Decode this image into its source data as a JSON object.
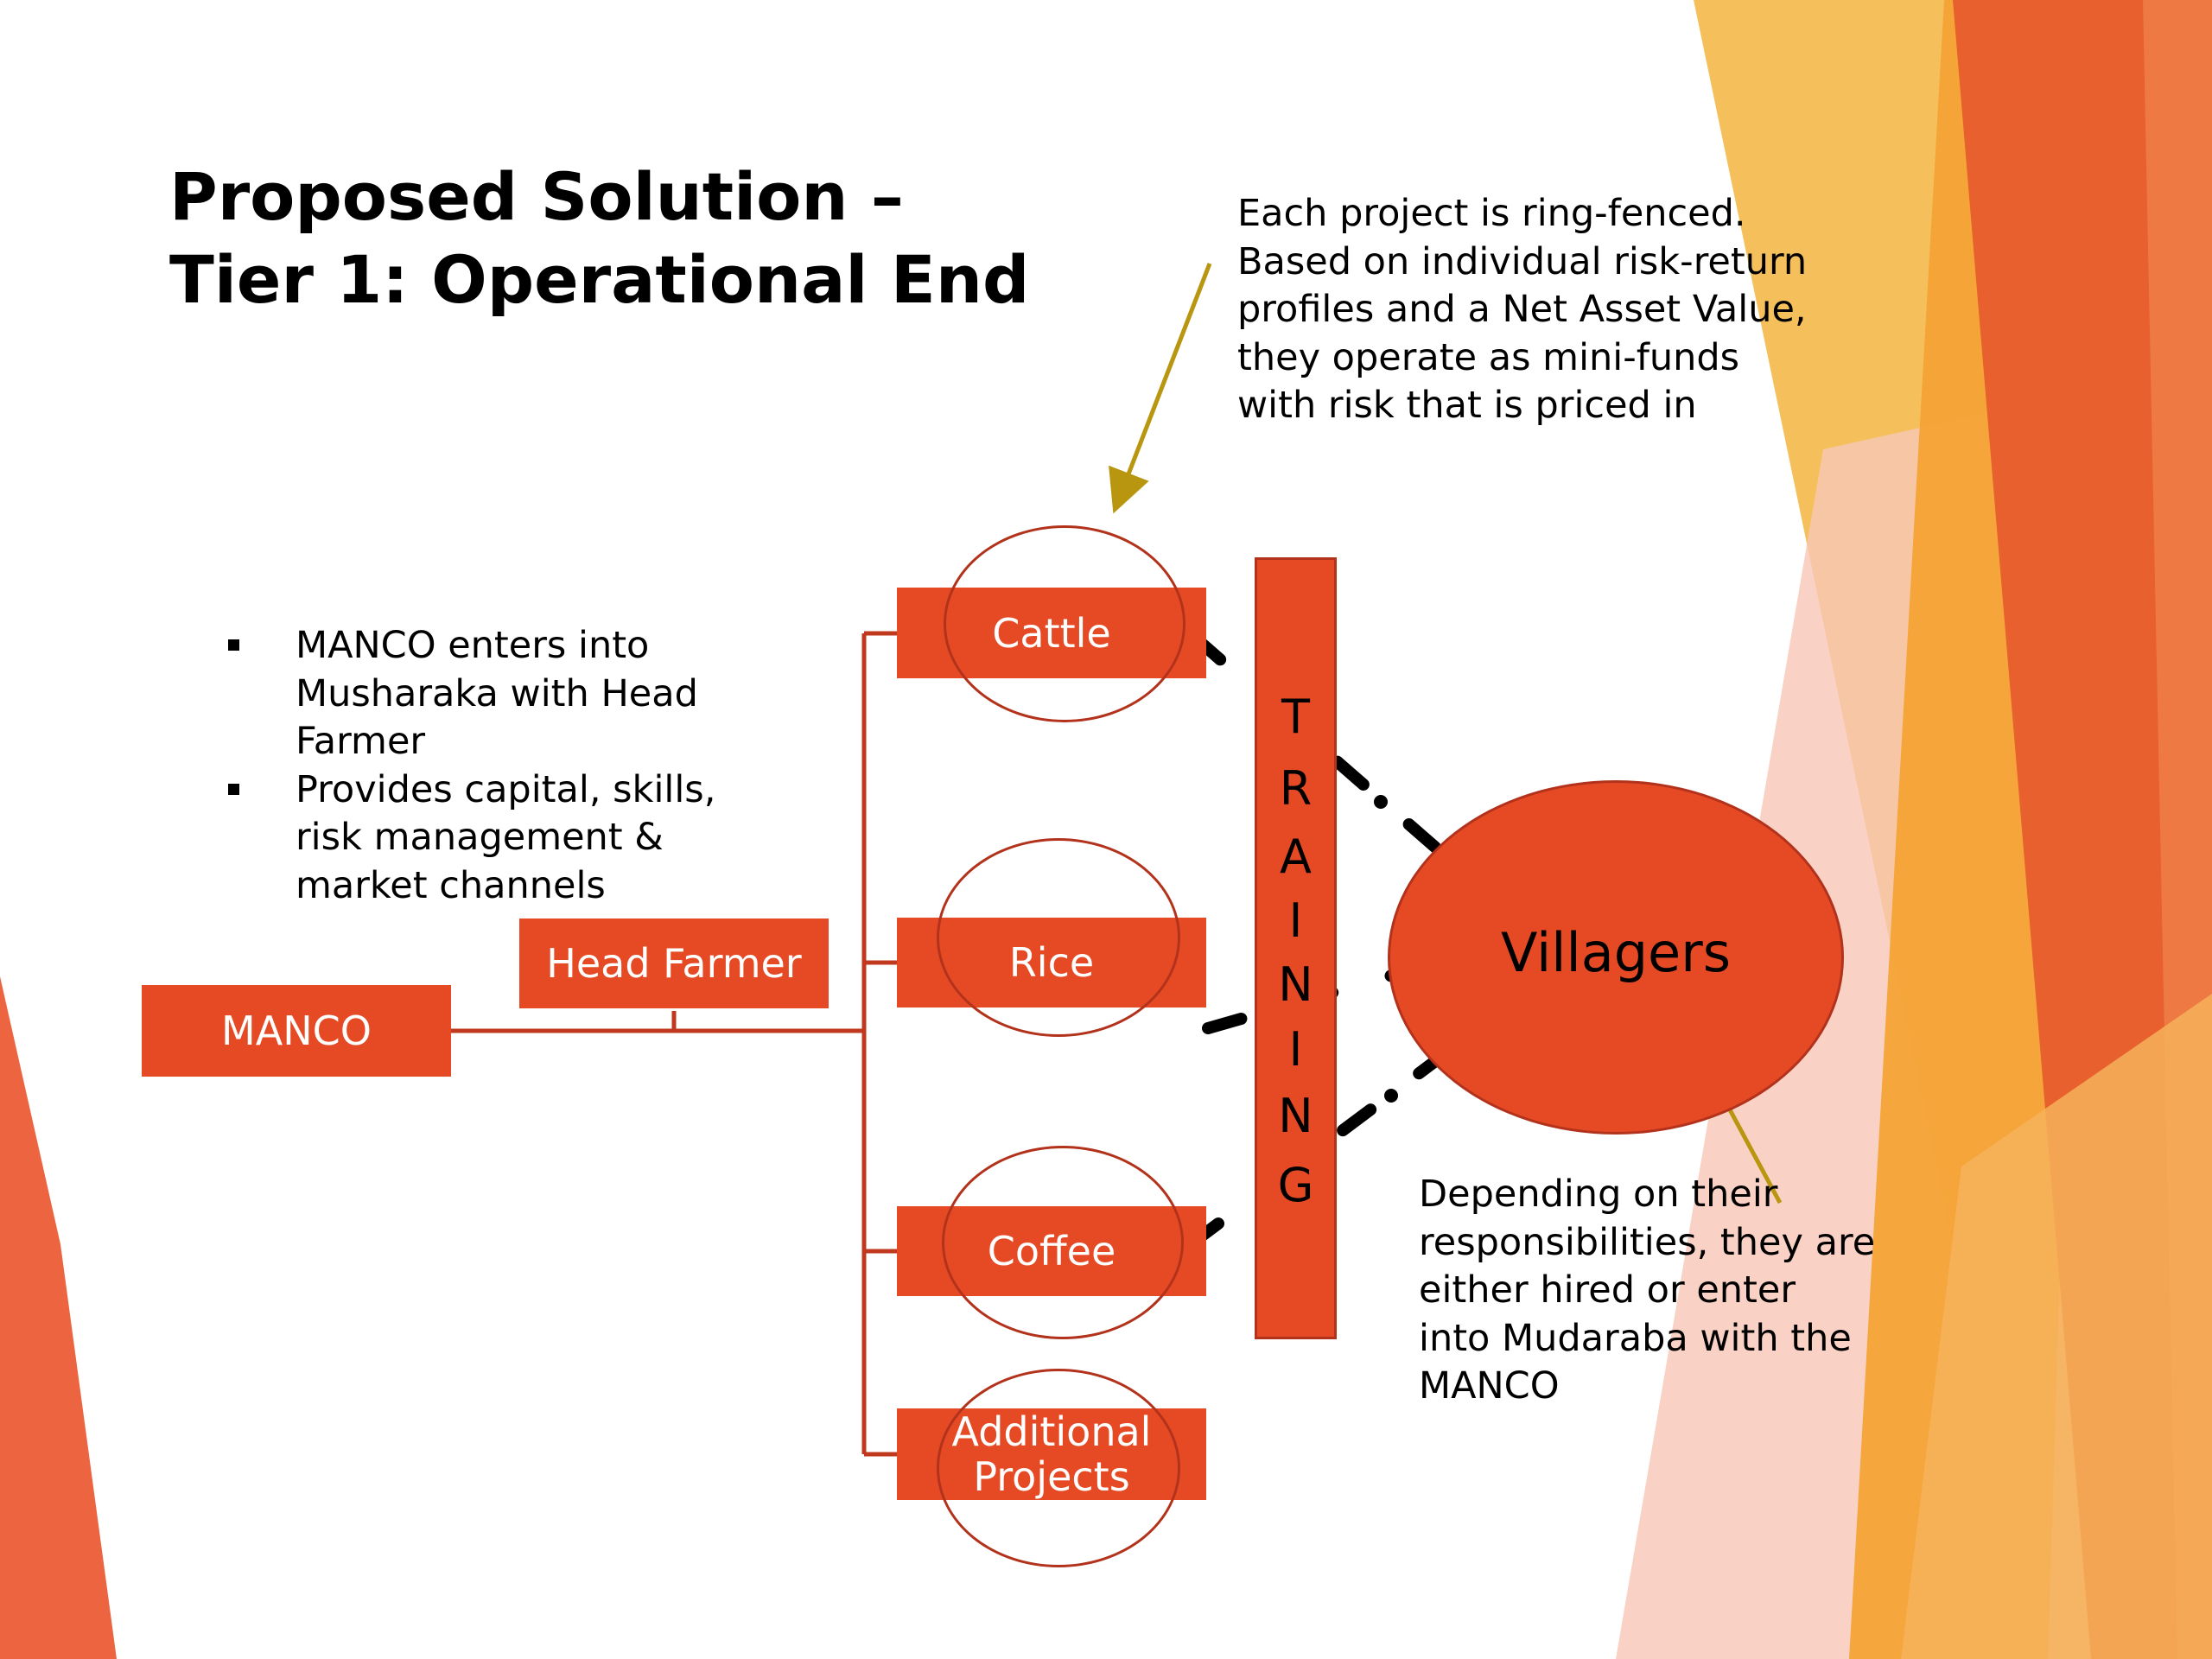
{
  "slide": {
    "title_line1": "Proposed Solution –",
    "title_line2": "Tier 1: Operational End",
    "top_note": [
      "Each project is ring-fenced.",
      "Based on individual risk-return",
      "profiles and a Net Asset Value,",
      "they operate as mini-funds",
      "with risk that is priced in"
    ],
    "bullets": [
      [
        "MANCO enters into",
        "Musharaka with Head",
        "Farmer"
      ],
      [
        "Provides capital, skills,",
        "risk management &",
        "market channels"
      ]
    ],
    "bottom_note": [
      "Depending on their",
      "responsibilities, they are",
      "either hired or enter",
      "into Mudaraba with the",
      "MANCO"
    ]
  },
  "diagram": {
    "manco": "MANCO",
    "head_farmer": "Head Farmer",
    "projects": [
      "Cattle",
      "Rice",
      "Coffee"
    ],
    "additional_line1": "Additional",
    "additional_line2": "Projects",
    "training_letters": [
      "T",
      "R",
      "A",
      "I",
      "N",
      "I",
      "N",
      "G"
    ],
    "villagers": "Villagers"
  },
  "colors": {
    "box_fill": "#e64a24",
    "box_outline": "#b2321b",
    "callout_arrow": "#b8960f",
    "flow_arrow": "#000000",
    "decor_orange": "#ef6a3a",
    "decor_amber": "#f5a623"
  }
}
